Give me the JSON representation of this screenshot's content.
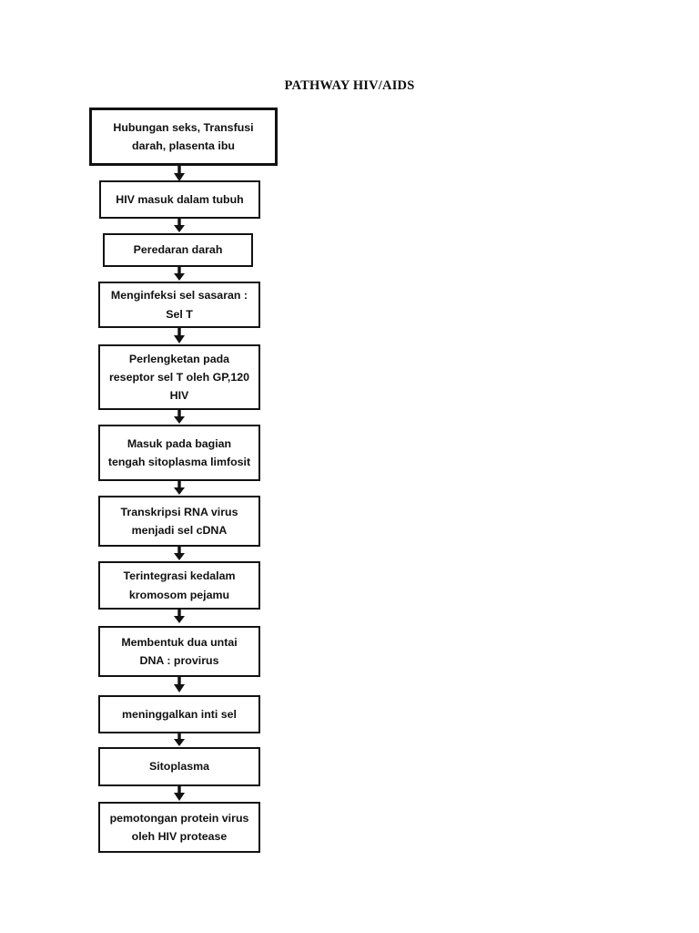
{
  "document": {
    "title": "PATHWAY HIV/AIDS",
    "page_background": "#ffffff",
    "ink_color": "#121212"
  },
  "chart_data": {
    "type": "diagram",
    "diagram_kind": "flowchart",
    "orientation": "top-to-bottom",
    "title": "PATHWAY HIV/AIDS",
    "node_count": 12,
    "connector_count": 11,
    "nodes": [
      {
        "id": "n1",
        "label": "Hubungan seks, Transfusi\ndarah, plasenta ibu"
      },
      {
        "id": "n2",
        "label": "HIV masuk dalam tubuh"
      },
      {
        "id": "n3",
        "label": "Peredaran darah"
      },
      {
        "id": "n4",
        "label": "Menginfeksi sel sasaran :\nSel T"
      },
      {
        "id": "n5",
        "label": "Perlengketan pada\nreseptor sel T oleh GP,120\nHIV"
      },
      {
        "id": "n6",
        "label": "Masuk pada bagian\ntengah sitoplasma limfosit"
      },
      {
        "id": "n7",
        "label": "Transkripsi RNA virus\nmenjadi sel cDNA"
      },
      {
        "id": "n8",
        "label": "Terintegrasi kedalam\nkromosom pejamu"
      },
      {
        "id": "n9",
        "label": "Membentuk dua  untai\nDNA : provirus"
      },
      {
        "id": "n10",
        "label": "meninggalkan inti sel"
      },
      {
        "id": "n11",
        "label": "Sitoplasma"
      },
      {
        "id": "n12",
        "label": "pemotongan protein virus\noleh HIV protease"
      }
    ],
    "edges": [
      {
        "from": "n1",
        "to": "n2",
        "style": "arrow-down"
      },
      {
        "from": "n2",
        "to": "n3",
        "style": "arrow-down"
      },
      {
        "from": "n3",
        "to": "n4",
        "style": "arrow-down"
      },
      {
        "from": "n4",
        "to": "n5",
        "style": "arrow-down"
      },
      {
        "from": "n5",
        "to": "n6",
        "style": "arrow-down"
      },
      {
        "from": "n6",
        "to": "n7",
        "style": "arrow-down"
      },
      {
        "from": "n7",
        "to": "n8",
        "style": "arrow-down"
      },
      {
        "from": "n8",
        "to": "n9",
        "style": "arrow-down"
      },
      {
        "from": "n9",
        "to": "n10",
        "style": "arrow-down"
      },
      {
        "from": "n10",
        "to": "n11",
        "style": "arrow-down"
      },
      {
        "from": "n11",
        "to": "n12",
        "style": "arrow-down"
      }
    ]
  }
}
